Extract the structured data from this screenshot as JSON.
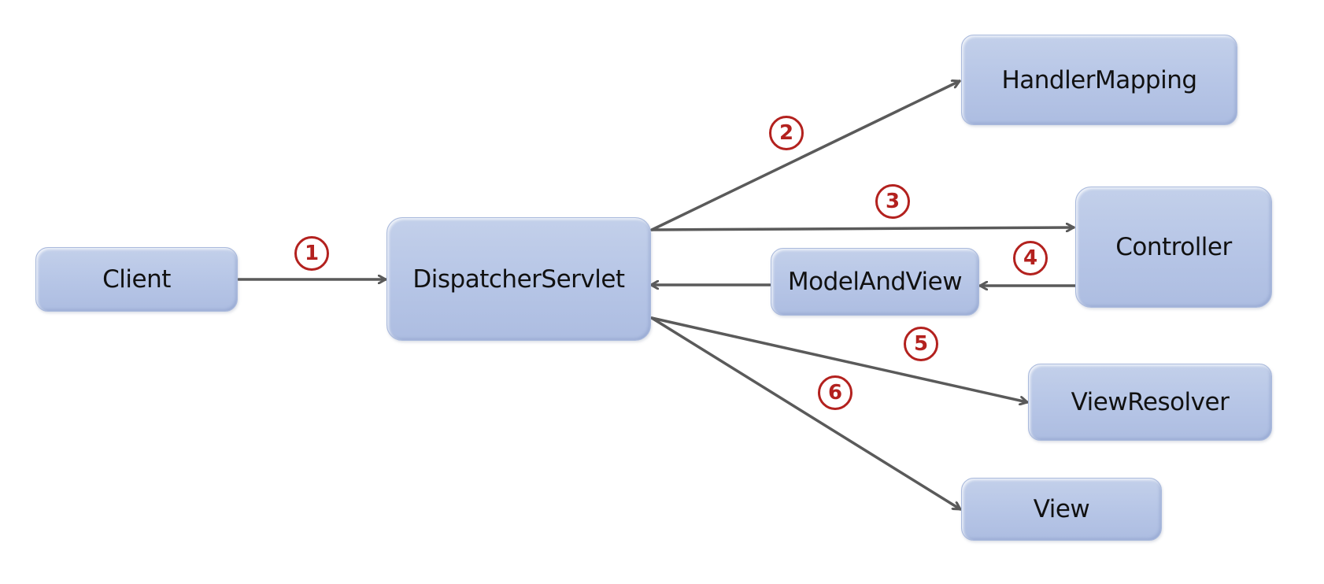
{
  "nodes": {
    "client": "Client",
    "dispatcher_servlet": "DispatcherServlet",
    "handler_mapping": "HandlerMapping",
    "controller": "Controller",
    "model_and_view": "ModelAndView",
    "view_resolver": "ViewResolver",
    "view": "View"
  },
  "steps": {
    "s1": "1",
    "s2": "2",
    "s3": "3",
    "s4": "4",
    "s5": "5",
    "s6": "6"
  },
  "colors": {
    "box_fill": "#b6c5e6",
    "arrow": "#5a5a5a",
    "step_accent": "#b3211e"
  }
}
